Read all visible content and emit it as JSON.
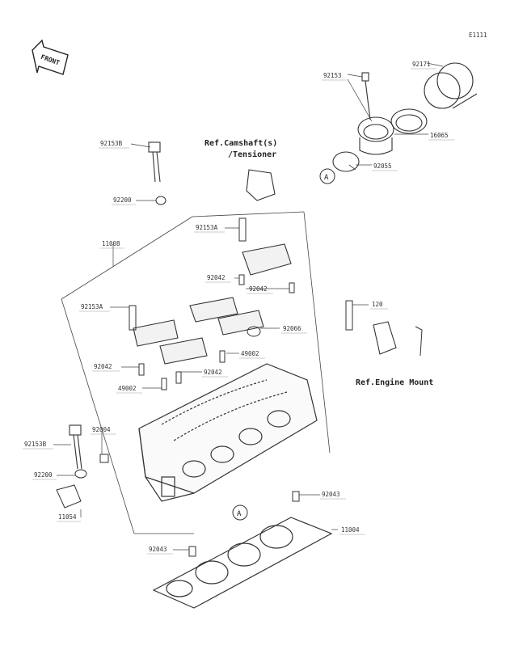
{
  "diagram": {
    "code": "E1111",
    "front_label": "FRONT",
    "ref_camshaft_line1": "Ref.Camshaft(s)",
    "ref_camshaft_line2": "/Tensioner",
    "ref_engine_mount": "Ref.Engine Mount",
    "callout_a": "A",
    "parts": {
      "p92171": "92171",
      "p92153_top": "92153",
      "p16065": "16065",
      "p92055": "92055",
      "p92153b_top": "92153B",
      "p92200_top": "92200",
      "p92153a_upper": "92153A",
      "p11008": "11008",
      "p92042_upper": "92042",
      "p92042_upper2": "92042",
      "p92153a_lower": "92153A",
      "p120": "120",
      "p92066": "92066",
      "p49002_right": "49002",
      "p92042_left": "92042",
      "p92042_mid": "92042",
      "p49002_left": "49002",
      "p92004": "92004",
      "p92153b_low": "92153B",
      "p92200_low": "92200",
      "p11054": "11054",
      "p92043_right": "92043",
      "p11004": "11004",
      "p92043_bottom": "92043"
    }
  }
}
